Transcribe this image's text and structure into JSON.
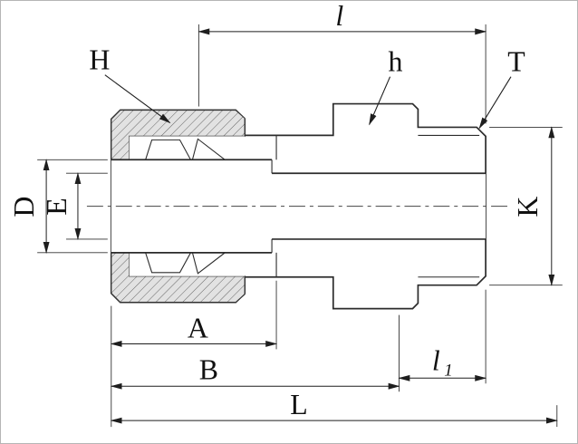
{
  "drawing": {
    "colors": {
      "background": "#ffffff",
      "part_fill": "#e7e7e7",
      "line": "#222222",
      "hatch_line": "#666666"
    },
    "labels": {
      "l": "l",
      "H": "H",
      "h": "h",
      "T": "T",
      "D": "D",
      "E": "E",
      "K": "K",
      "A": "A",
      "B": "B",
      "l1_base": "l",
      "l1_sub": "1",
      "L": "L"
    }
  }
}
